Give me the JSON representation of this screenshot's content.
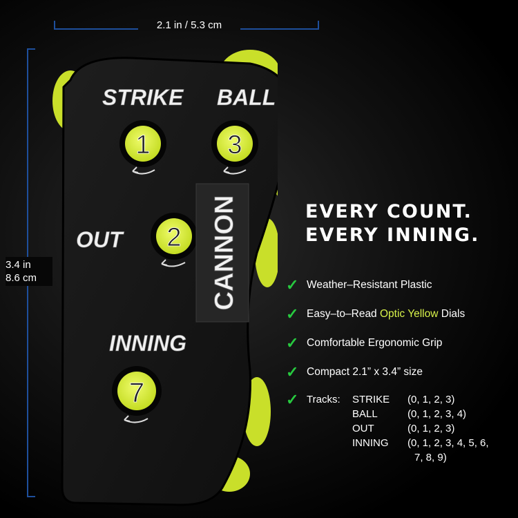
{
  "dimensions": {
    "width_label": "2.1 in / 5.3 cm",
    "height_label_line1": "3.4 in",
    "height_label_line2": "8.6 cm"
  },
  "device": {
    "labels": {
      "strike": "STRIKE",
      "ball": "BALL",
      "out": "OUT",
      "inning": "INNING"
    },
    "dial_numbers": {
      "strike": "1",
      "ball": "3",
      "out": "2",
      "inning": "7"
    },
    "brand": "CANNON",
    "colors": {
      "dial": "#d4ec2e",
      "body": "#151515"
    }
  },
  "headline": {
    "line1": "EVERY COUNT.",
    "line2": "EVERY INNING."
  },
  "features": [
    {
      "text": "Weather–Resistant Plastic"
    },
    {
      "pre": "Easy–to–Read ",
      "highlight": "Optic Yellow",
      "post": " Dials"
    },
    {
      "text": "Comfortable Ergonomic Grip"
    },
    {
      "text": "Compact 2.1” x 3.4” size"
    }
  ],
  "tracks": {
    "label": "Tracks:",
    "rows": [
      {
        "name": "STRIKE",
        "values": "(0, 1, 2, 3)"
      },
      {
        "name": "BALL",
        "values": "(0, 1, 2, 3, 4)"
      },
      {
        "name": "OUT",
        "values": "(0, 1, 2, 3)"
      },
      {
        "name": "INNING",
        "values": "(0, 1, 2, 3, 4, 5, 6,",
        "values2": "7, 8, 9)"
      }
    ]
  },
  "colors": {
    "check": "#27c93f",
    "dimension_line": "#1e4f9c",
    "highlight": "#d8f24a"
  }
}
